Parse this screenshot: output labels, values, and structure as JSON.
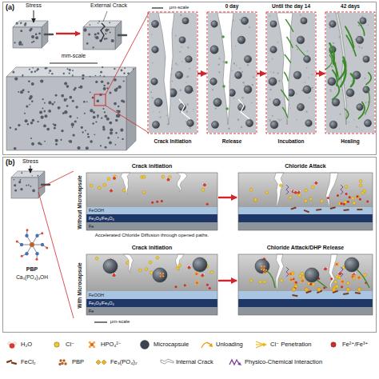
{
  "diagram": {
    "nodes": [
      {
        "text": [
          "(a)"
        ]
      },
      {
        "text": [
          "Crack Initiation"
        ],
        "in": 0
      },
      {
        "text": [
          "0 day",
          "Release"
        ],
        "in": 0
      },
      {
        "text": [
          "Until the day 14",
          "Incubation"
        ],
        "in": 0
      },
      {
        "text": [
          "42 days",
          "Healing"
        ],
        "in": 0
      },
      {
        "text": [
          "(b)"
        ]
      },
      {
        "text": [
          "Crack initiation"
        ],
        "in": 5
      },
      {
        "text": [
          "Chloride Attack"
        ],
        "in": 5
      },
      {
        "text": [
          "Crack initiation"
        ],
        "in": 5
      },
      {
        "text": [
          "Chloride Attack/DHP Release"
        ],
        "in": 5
      }
    ],
    "edges": [
      {
        "from": 1,
        "to": 2,
        "arrow": "to"
      },
      {
        "from": 2,
        "to": 3,
        "arrow": "to"
      },
      {
        "from": 3,
        "to": 4,
        "arrow": "to"
      },
      {
        "from": 6,
        "to": 7,
        "arrow": "to"
      },
      {
        "from": 8,
        "to": 9,
        "arrow": "to"
      }
    ],
    "labels": [
      "Stress",
      "External Crack",
      "mm-scale",
      "μm-scale",
      "Stress",
      "μm-scale",
      "PBP",
      "Ca₅(PO₄)₃OH",
      "Without Microcapsule",
      "With Microcapsule",
      "FeOOH",
      "Fe₂O₃/Fe₃O₄",
      "Fe",
      "Accelerated Chloride Diffusion through opened paths.",
      "FeOOH",
      "Fe₂O₃/Fe₃O₄",
      "Fe"
    ],
    "legend": [
      {
        "text": "H₂O"
      },
      {
        "text": "Cl⁻",
        "color": "#f2c92e"
      },
      {
        "text": "HPO₄²⁻"
      },
      {
        "text": "Microcapsule",
        "color": "#3b4450"
      },
      {
        "text": "Unloading"
      },
      {
        "text": "Cl⁻ Penetration"
      },
      {
        "text": "Fe²⁺/Fe³⁺",
        "color": "#d42a26"
      },
      {
        "text": "FeCl₂"
      },
      {
        "text": "PBP"
      },
      {
        "text": "Fe₃(PO₄)₂"
      },
      {
        "text": "Internal Crack"
      },
      {
        "text": "Physico-Chemical Interaction"
      }
    ]
  }
}
